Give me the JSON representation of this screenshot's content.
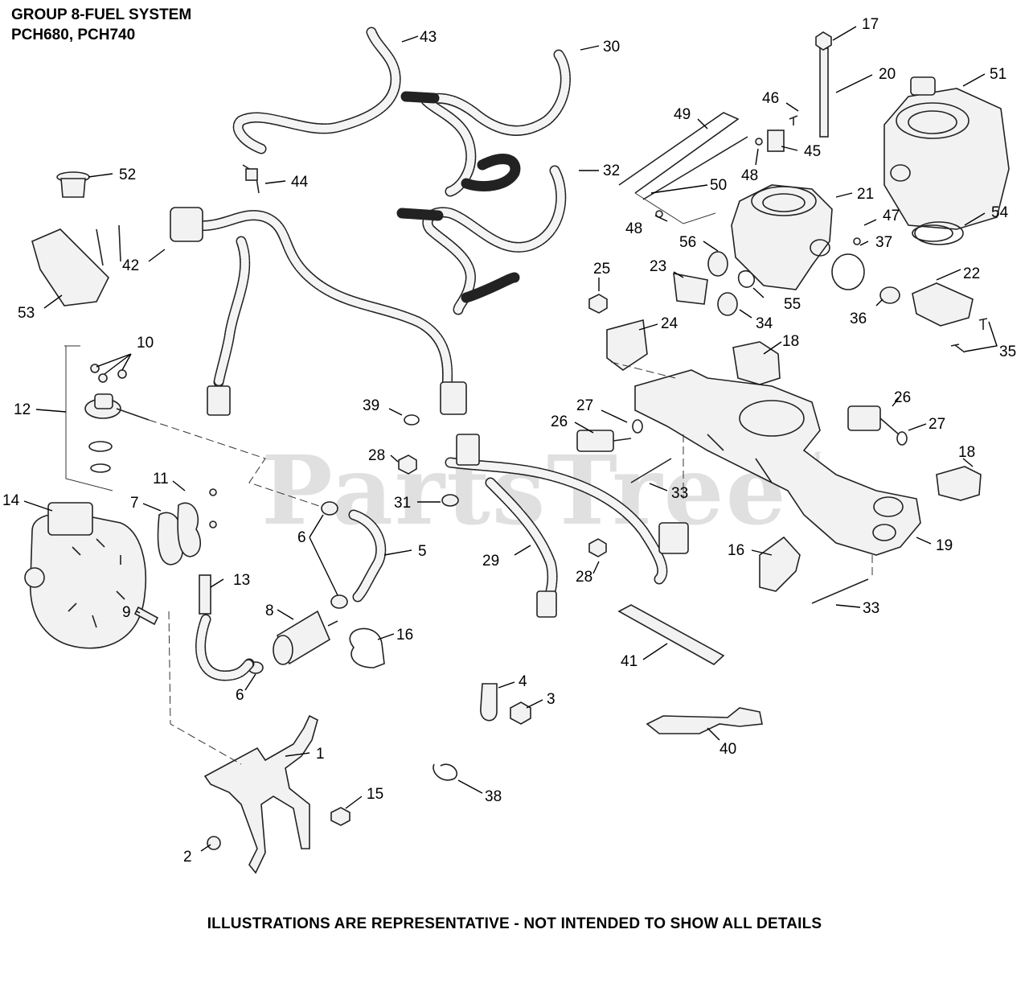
{
  "header": {
    "line1": "GROUP 8-FUEL SYSTEM",
    "line2": "PCH680, PCH740"
  },
  "watermark": {
    "text": "PartsTree",
    "mark": "TM"
  },
  "footer": {
    "text": "ILLUSTRATIONS ARE REPRESENTATIVE - NOT INTENDED TO SHOW ALL DETAILS"
  },
  "callouts": [
    "1",
    "2",
    "3",
    "4",
    "5",
    "6",
    "6",
    "7",
    "8",
    "9",
    "10",
    "11",
    "12",
    "13",
    "14",
    "15",
    "16",
    "16",
    "17",
    "18",
    "18",
    "19",
    "20",
    "21",
    "22",
    "23",
    "24",
    "25",
    "26",
    "26",
    "27",
    "27",
    "28",
    "28",
    "29",
    "30",
    "31",
    "32",
    "33",
    "33",
    "34",
    "35",
    "36",
    "37",
    "38",
    "39",
    "40",
    "41",
    "42",
    "43",
    "44",
    "45",
    "46",
    "47",
    "48",
    "48",
    "49",
    "50",
    "51",
    "52",
    "53",
    "54",
    "55",
    "56"
  ]
}
